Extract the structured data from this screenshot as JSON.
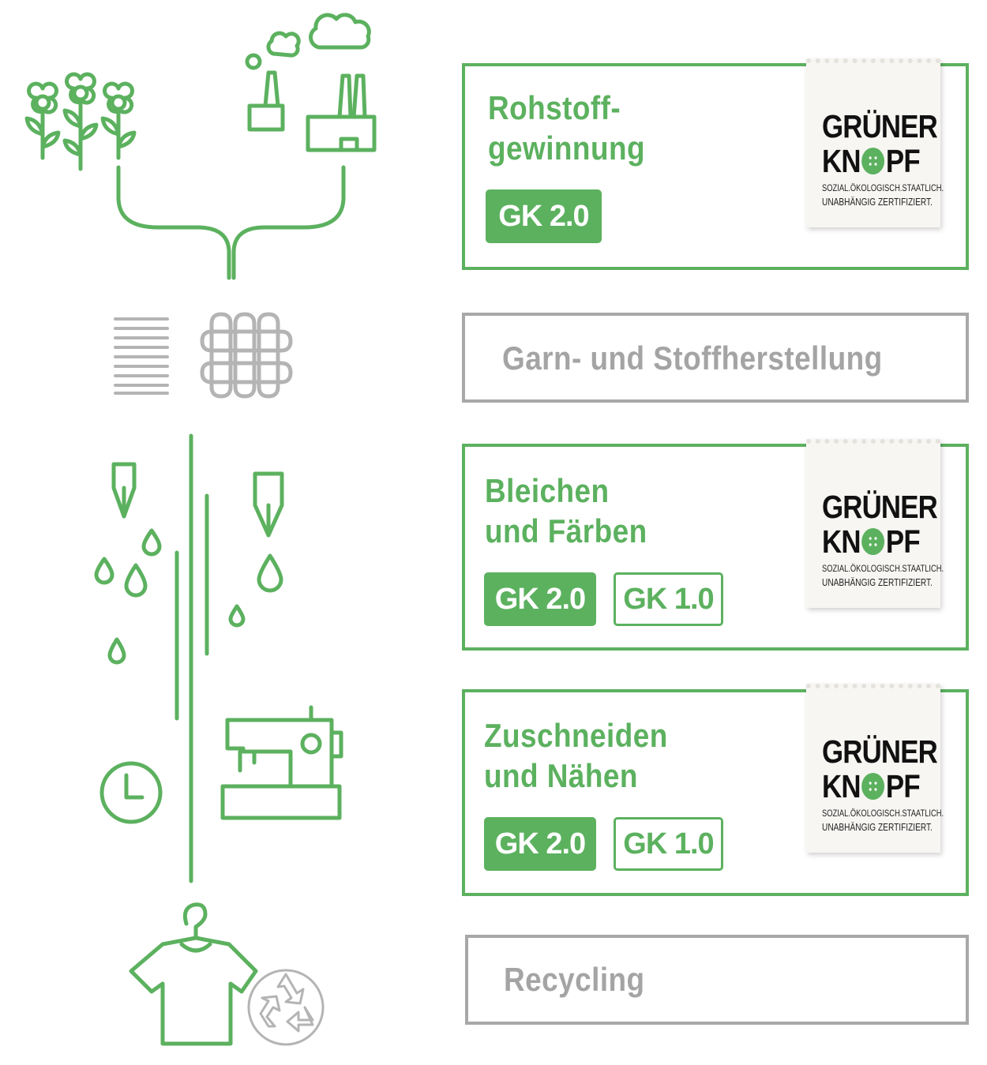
{
  "colors": {
    "accent": "#5cb15f",
    "inactive": "#a8a8a8"
  },
  "icons": [
    "flowers-icon",
    "factory-icon",
    "yarn-icon",
    "weave-icon",
    "dye-drops-icon",
    "sewing-machine-icon",
    "clock-icon",
    "tshirt-hanger-icon",
    "recycling-icon"
  ],
  "label": {
    "line1": "GRÜNER",
    "line2a": "KN",
    "line2b": "PF",
    "small1": "SOZIAL.ÖKOLOGISCH.STAATLICH.",
    "small2": "UNABHÄNGIG ZERTIFIZIERT."
  },
  "stages": [
    {
      "title_line1": "Rohstoff-",
      "title_line2": "gewinnung",
      "badges": [
        "GK 2.0"
      ]
    },
    {
      "title": "Garn- und Stoffherstellung"
    },
    {
      "title_line1": "Bleichen",
      "title_line2": "und Färben",
      "badges": [
        "GK 2.0",
        "GK 1.0"
      ]
    },
    {
      "title_line1": "Zuschneiden",
      "title_line2": "und Nähen",
      "badges": [
        "GK 2.0",
        "GK 1.0"
      ]
    },
    {
      "title": "Recycling"
    }
  ]
}
